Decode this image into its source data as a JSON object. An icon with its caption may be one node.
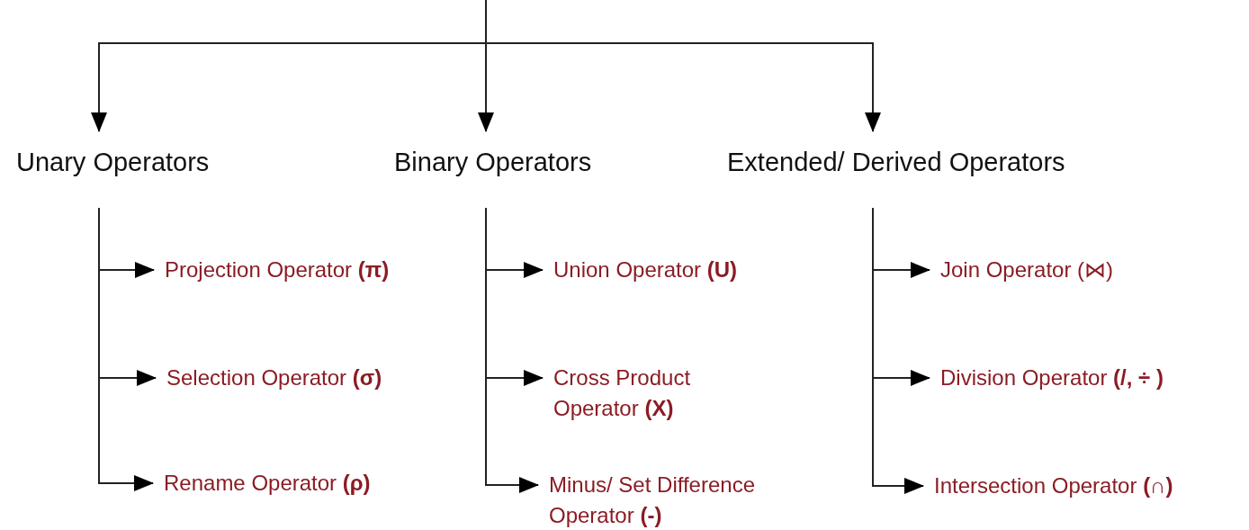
{
  "diagram": {
    "nodes": [
      {
        "text": [
          "Unary Operators"
        ]
      },
      {
        "text": [
          "Binary Operators"
        ]
      },
      {
        "text": [
          "Extended/ Derived Operators"
        ]
      },
      {
        "text": [
          "Projection Operator **(π)**"
        ]
      },
      {
        "text": [
          "Selection Operator **(σ)**"
        ]
      },
      {
        "text": [
          "Rename Operator **(ρ)**"
        ]
      },
      {
        "text": [
          "Union Operator **(U)**"
        ]
      },
      {
        "text": [
          "Cross Product Operator **(X)**"
        ]
      },
      {
        "text": [
          "Minus/ Set Difference Operator **(-)**"
        ]
      },
      {
        "text": [
          "Join Operator (⋈)"
        ]
      },
      {
        "text": [
          "Division Operator **(/, ÷ )**"
        ]
      },
      {
        "text": [
          "Intersection Operator **(∩)**"
        ]
      }
    ],
    "edges": [
      {
        "from": null,
        "to": 0,
        "arrow": "to"
      },
      {
        "from": null,
        "to": 1,
        "arrow": "to"
      },
      {
        "from": null,
        "to": 2,
        "arrow": "to"
      },
      {
        "from": 0,
        "to": 3,
        "arrow": "to"
      },
      {
        "from": 0,
        "to": 4,
        "arrow": "to"
      },
      {
        "from": 0,
        "to": 5,
        "arrow": "to"
      },
      {
        "from": 1,
        "to": 6,
        "arrow": "to"
      },
      {
        "from": 1,
        "to": 7,
        "arrow": "to"
      },
      {
        "from": 1,
        "to": 8,
        "arrow": "to"
      },
      {
        "from": 2,
        "to": 9,
        "arrow": "to"
      },
      {
        "from": 2,
        "to": 10,
        "arrow": "to"
      },
      {
        "from": 2,
        "to": 11,
        "arrow": "to"
      }
    ]
  }
}
